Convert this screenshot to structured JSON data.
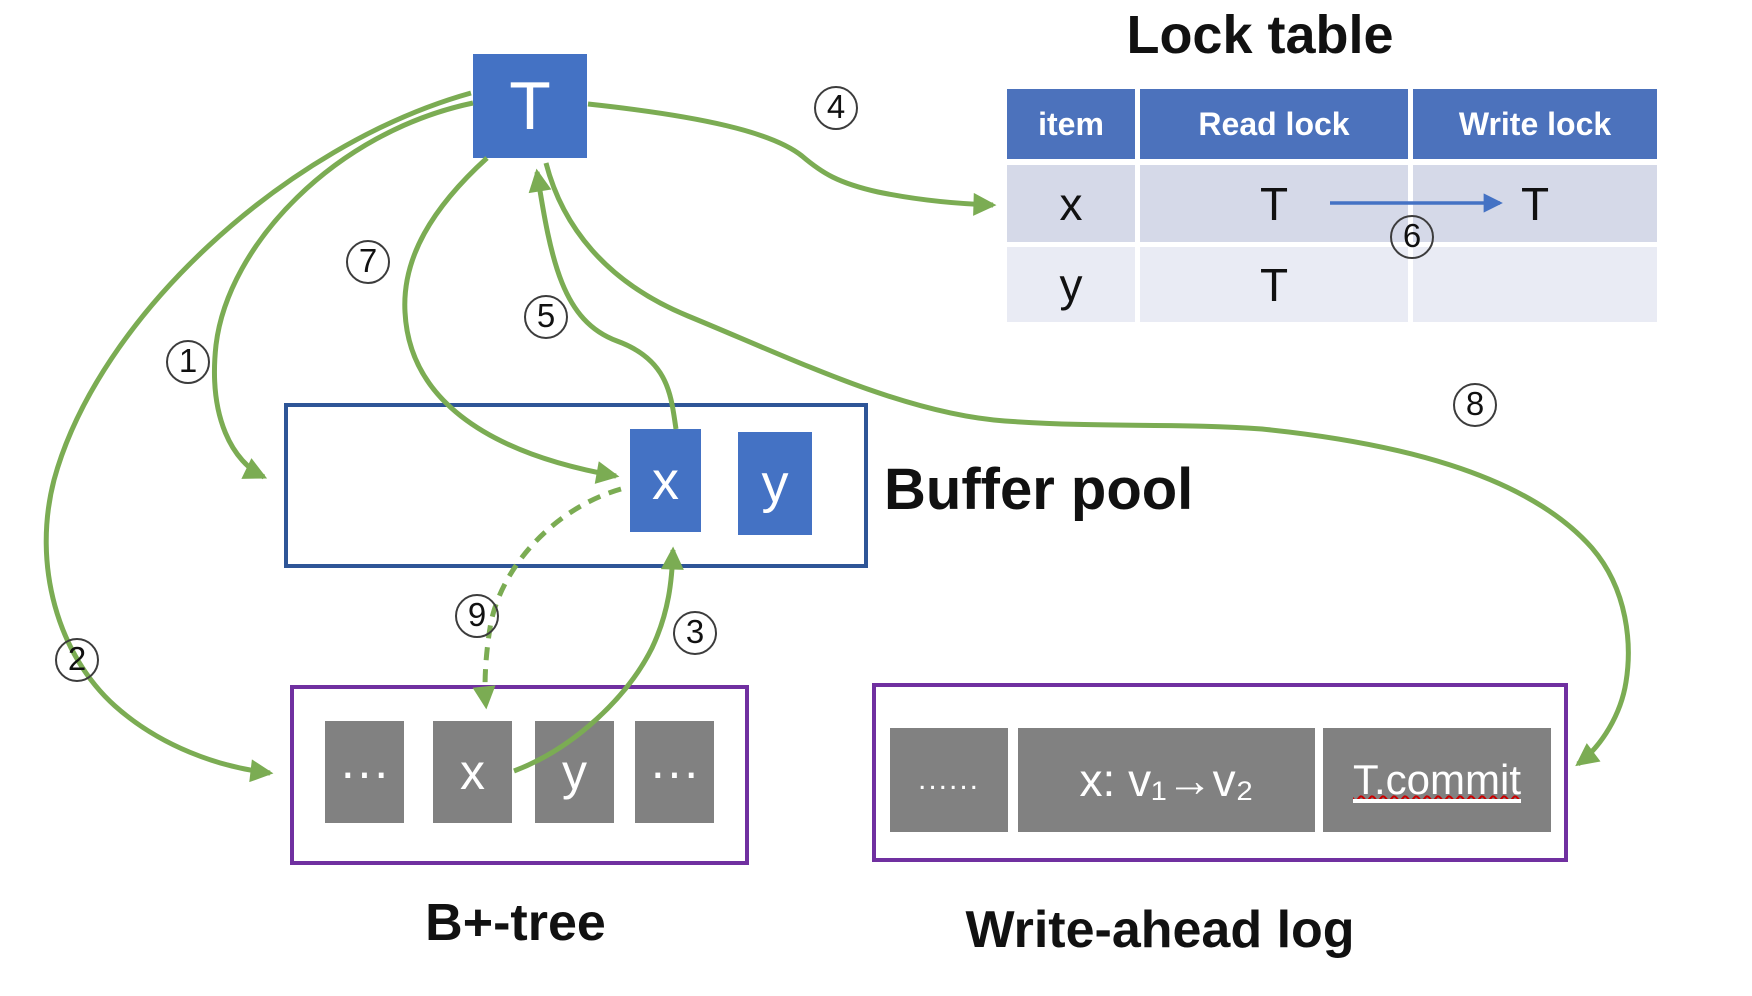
{
  "transaction": {
    "label": "T"
  },
  "lock_table": {
    "title": "Lock table",
    "columns": [
      "item",
      "Read lock",
      "Write lock"
    ],
    "rows": [
      {
        "item": "x",
        "read_lock": "T",
        "write_lock": "T"
      },
      {
        "item": "y",
        "read_lock": "T",
        "write_lock": ""
      }
    ]
  },
  "buffer_pool": {
    "label": "Buffer pool",
    "pages": [
      "x",
      "y"
    ]
  },
  "btree": {
    "label": "B+-tree",
    "cells": [
      "···",
      "x",
      "y",
      "···"
    ]
  },
  "wal": {
    "label": "Write-ahead log",
    "entries": [
      "......",
      "x: v₁→v₂",
      "T.commit"
    ]
  },
  "steps": [
    "1",
    "2",
    "3",
    "4",
    "5",
    "6",
    "7",
    "8",
    "9"
  ],
  "colors": {
    "accent_blue": "#4472C4",
    "green_arrow": "#7BAC53",
    "purple_border": "#7030A0",
    "dark_blue_border": "#2E5597",
    "gray_cell": "#818181",
    "table_header_blue": "#4C72BC",
    "table_row_x": "#D5D9E8",
    "table_row_y": "#E9EBF4",
    "spellcheck_red": "#CC0000"
  }
}
